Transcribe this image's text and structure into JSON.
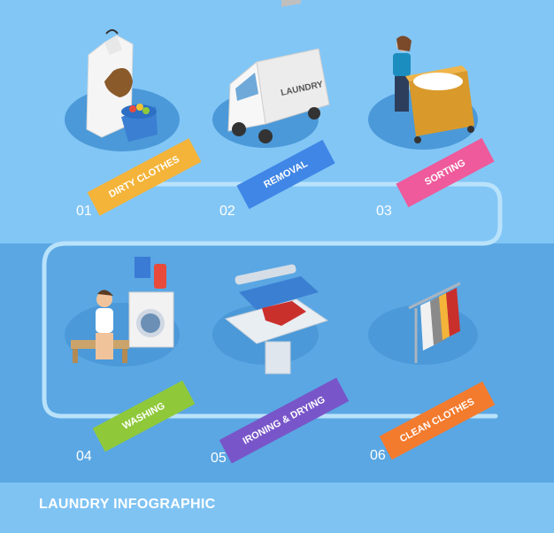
{
  "title": "LAUNDRY INFOGRAPHIC",
  "colors": {
    "background_top": "#82c6f6",
    "background_middle": "#5aa7e3",
    "path_line": "#b9e2fb"
  },
  "steps": [
    {
      "number": "01",
      "label": "DIRTY CLOTHES",
      "color": "#f4b43a",
      "icon": "shirt-with-stain-and-basket-icon"
    },
    {
      "number": "02",
      "label": "REMOVAL",
      "color": "#3f86e6",
      "icon": "laundry-van-icon",
      "van_text": "LAUNDRY"
    },
    {
      "number": "03",
      "label": "SORTING",
      "color": "#ee5a9b",
      "icon": "worker-with-cart-icon"
    },
    {
      "number": "04",
      "label": "WASHING",
      "color": "#8fc93a",
      "icon": "washing-machine-icon"
    },
    {
      "number": "05",
      "label": "IRONING & DRYING",
      "color": "#7856c9",
      "icon": "ironing-press-icon"
    },
    {
      "number": "06",
      "label": "CLEAN CLOTHES",
      "color": "#f37b2e",
      "icon": "clothes-rack-icon"
    }
  ]
}
